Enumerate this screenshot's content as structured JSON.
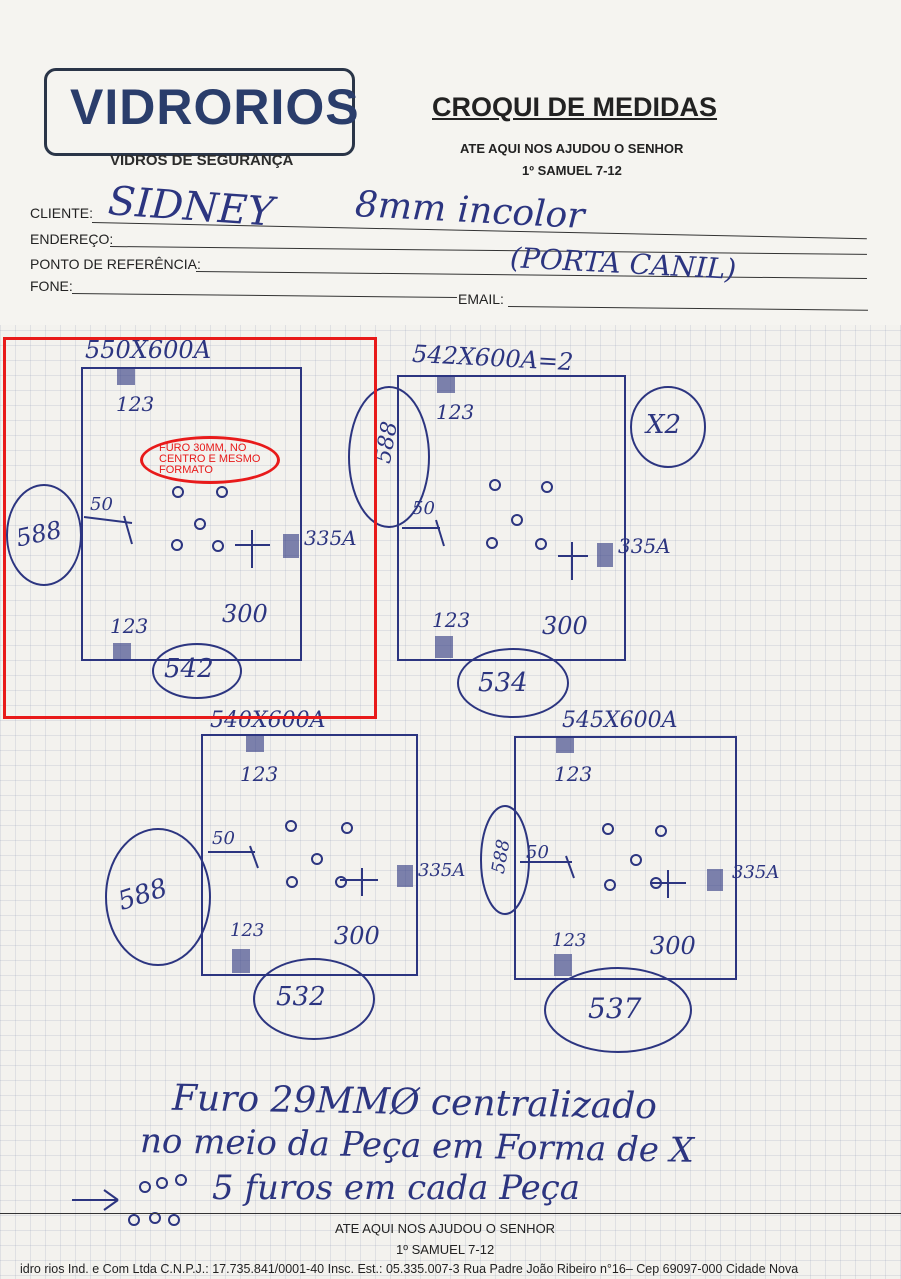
{
  "header": {
    "logo": "VIDRORIOS",
    "logo_tagline": "VIDROS DE SEGURANÇA",
    "title": "CROQUI DE MEDIDAS",
    "subtitle_1": "ATE AQUI NOS AJUDOU O SENHOR",
    "subtitle_2": "1º SAMUEL 7-12"
  },
  "form": {
    "cliente_label": "CLIENTE:",
    "endereco_label": "ENDEREÇO:",
    "ponto_label": "PONTO DE REFERÊNCIA:",
    "fone_label": "FONE:",
    "email_label": "EMAIL:",
    "cliente_value": "SIDNEY",
    "glass_spec": "8mm incolor",
    "note": "(PORTA CANIL)"
  },
  "sketches": [
    {
      "dimension": "550X600A",
      "left_height": "588",
      "bottom_width": "542",
      "corner_top": "123",
      "corner_bottom": "123",
      "offset_left": "50",
      "offset_right": "300",
      "hinge_label": "335A"
    },
    {
      "dimension": "542X600A=2",
      "left_height": "588",
      "bottom_width": "534",
      "corner_top": "123",
      "corner_bottom": "123",
      "offset_left": "50",
      "offset_right": "300",
      "hinge_label": "335A",
      "quantity": "X2"
    },
    {
      "dimension": "540X600A",
      "left_height": "588",
      "bottom_width": "532",
      "corner_top": "123",
      "corner_bottom": "123",
      "offset_left": "50",
      "offset_right": "300",
      "hinge_label": "335A"
    },
    {
      "dimension": "545X600A",
      "left_height": "588",
      "bottom_width": "537",
      "corner_top": "123",
      "corner_bottom": "123",
      "offset_left": "50",
      "offset_right": "300",
      "hinge_label": "335A"
    }
  ],
  "annotation": {
    "note": "FURO 30MM, NO CENTRO E MESMO FORMATO"
  },
  "handwritten_notes": {
    "line_1": "Furo 29MMØ centralizado",
    "line_2": "no meio da Peça em Forma de X",
    "line_3": "5 furos em cada Peça"
  },
  "footer": {
    "line_1": "ATE AQUI NOS AJUDOU O SENHOR",
    "line_2": "1º SAMUEL 7-12",
    "line_3": "idro rios Ind. e Com Ltda C.N.P.J.: 17.735.841/0001-40 Insc. Est.: 05.335.007-3 Rua Padre João Ribeiro n°16– Cep 69097-000 Cidade Nova"
  },
  "colors": {
    "ink": "#2c3580",
    "annotation": "#e81a1a",
    "paper": "#f3f2ee"
  }
}
